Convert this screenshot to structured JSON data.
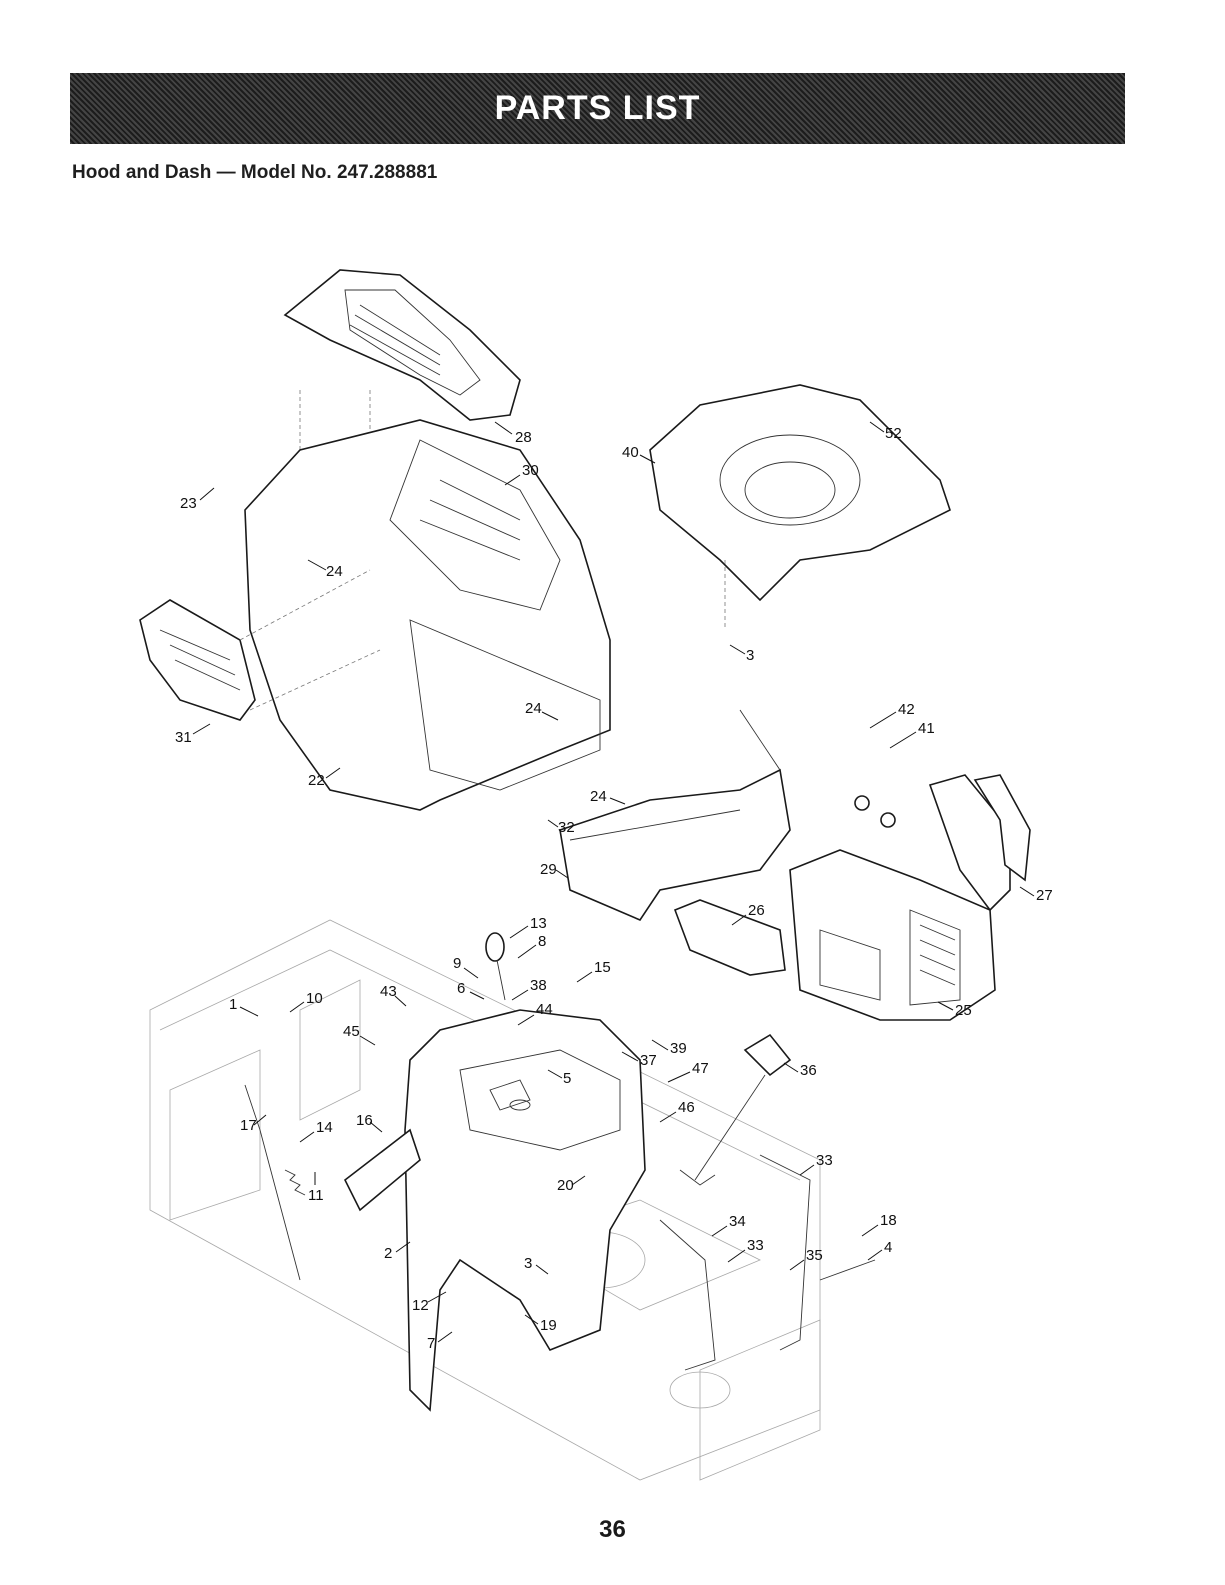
{
  "header": {
    "title": "PARTS LIST"
  },
  "subtitle": "Hood and Dash — Model No. 247.288881",
  "page_number": "36",
  "callouts": [
    {
      "id": "c28",
      "label": "28"
    },
    {
      "id": "c30",
      "label": "30"
    },
    {
      "id": "c23",
      "label": "23"
    },
    {
      "id": "c24a",
      "label": "24"
    },
    {
      "id": "c24b",
      "label": "24"
    },
    {
      "id": "c24c",
      "label": "24"
    },
    {
      "id": "c31",
      "label": "31"
    },
    {
      "id": "c22",
      "label": "22"
    },
    {
      "id": "c32",
      "label": "32"
    },
    {
      "id": "c40",
      "label": "40"
    },
    {
      "id": "c52",
      "label": "52"
    },
    {
      "id": "c3a",
      "label": "3"
    },
    {
      "id": "c42",
      "label": "42"
    },
    {
      "id": "c41",
      "label": "41"
    },
    {
      "id": "c29",
      "label": "29"
    },
    {
      "id": "c26",
      "label": "26"
    },
    {
      "id": "c27",
      "label": "27"
    },
    {
      "id": "c25",
      "label": "25"
    },
    {
      "id": "c13",
      "label": "13"
    },
    {
      "id": "c8",
      "label": "8"
    },
    {
      "id": "c9",
      "label": "9"
    },
    {
      "id": "c6",
      "label": "6"
    },
    {
      "id": "c38",
      "label": "38"
    },
    {
      "id": "c15",
      "label": "15"
    },
    {
      "id": "c44",
      "label": "44"
    },
    {
      "id": "c43",
      "label": "43"
    },
    {
      "id": "c1",
      "label": "1"
    },
    {
      "id": "c10",
      "label": "10"
    },
    {
      "id": "c45",
      "label": "45"
    },
    {
      "id": "c39",
      "label": "39"
    },
    {
      "id": "c37",
      "label": "37"
    },
    {
      "id": "c47",
      "label": "47"
    },
    {
      "id": "c36",
      "label": "36"
    },
    {
      "id": "c5",
      "label": "5"
    },
    {
      "id": "c46",
      "label": "46"
    },
    {
      "id": "c17",
      "label": "17"
    },
    {
      "id": "c14",
      "label": "14"
    },
    {
      "id": "c16",
      "label": "16"
    },
    {
      "id": "c11",
      "label": "11"
    },
    {
      "id": "c20",
      "label": "20"
    },
    {
      "id": "c33a",
      "label": "33"
    },
    {
      "id": "c34",
      "label": "34"
    },
    {
      "id": "c33b",
      "label": "33"
    },
    {
      "id": "c18",
      "label": "18"
    },
    {
      "id": "c35",
      "label": "35"
    },
    {
      "id": "c4",
      "label": "4"
    },
    {
      "id": "c2",
      "label": "2"
    },
    {
      "id": "c3b",
      "label": "3"
    },
    {
      "id": "c12",
      "label": "12"
    },
    {
      "id": "c19",
      "label": "19"
    },
    {
      "id": "c7",
      "label": "7"
    }
  ]
}
